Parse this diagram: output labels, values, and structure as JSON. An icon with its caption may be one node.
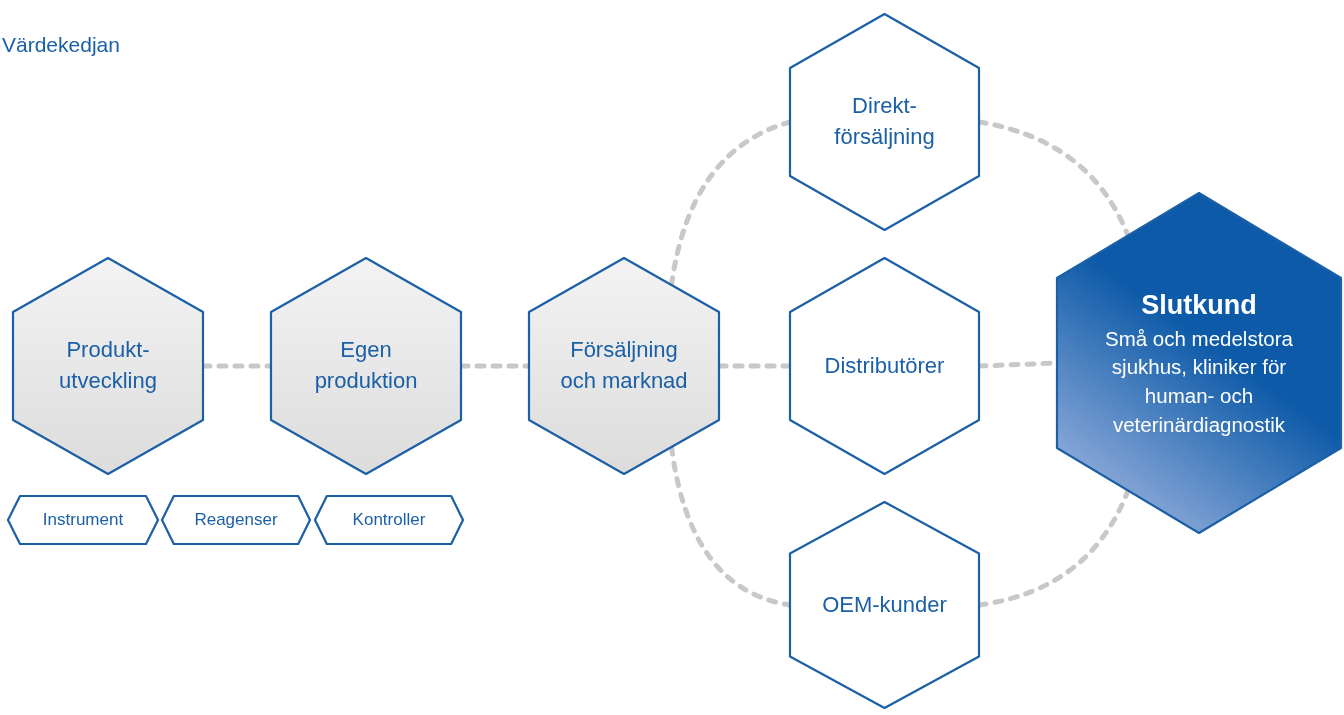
{
  "diagram": {
    "title": "Värdekedjan",
    "nodes": [
      {
        "text": [
          "Produkt- utveckling"
        ]
      },
      {
        "text": [
          "Egen produktion"
        ]
      },
      {
        "text": [
          "Försäljning och marknad"
        ]
      },
      {
        "text": [
          "Direkt- försäljning"
        ]
      },
      {
        "text": [
          "Distributörer"
        ]
      },
      {
        "text": [
          "OEM-kunder"
        ]
      },
      {
        "text": [
          "Slutkund",
          "Små och medelstora sjukhus, kliniker för human- och veterinärdiagnostik"
        ]
      },
      {
        "text": [
          "Instrument"
        ]
      },
      {
        "text": [
          "Reagenser"
        ]
      },
      {
        "text": [
          "Kontroller"
        ]
      }
    ],
    "edges": [
      {
        "from": 0,
        "to": 1,
        "arrow": "none",
        "style": "dashed"
      },
      {
        "from": 1,
        "to": 2,
        "arrow": "none",
        "style": "dashed"
      },
      {
        "from": 2,
        "to": 3,
        "arrow": "none",
        "style": "dashed"
      },
      {
        "from": 2,
        "to": 4,
        "arrow": "none",
        "style": "dashed"
      },
      {
        "from": 2,
        "to": 5,
        "arrow": "none",
        "style": "dashed"
      },
      {
        "from": 3,
        "to": 6,
        "arrow": "none",
        "style": "dashed"
      },
      {
        "from": 4,
        "to": 6,
        "arrow": "none",
        "style": "dashed"
      },
      {
        "from": 5,
        "to": 6,
        "arrow": "none",
        "style": "dashed"
      }
    ]
  }
}
